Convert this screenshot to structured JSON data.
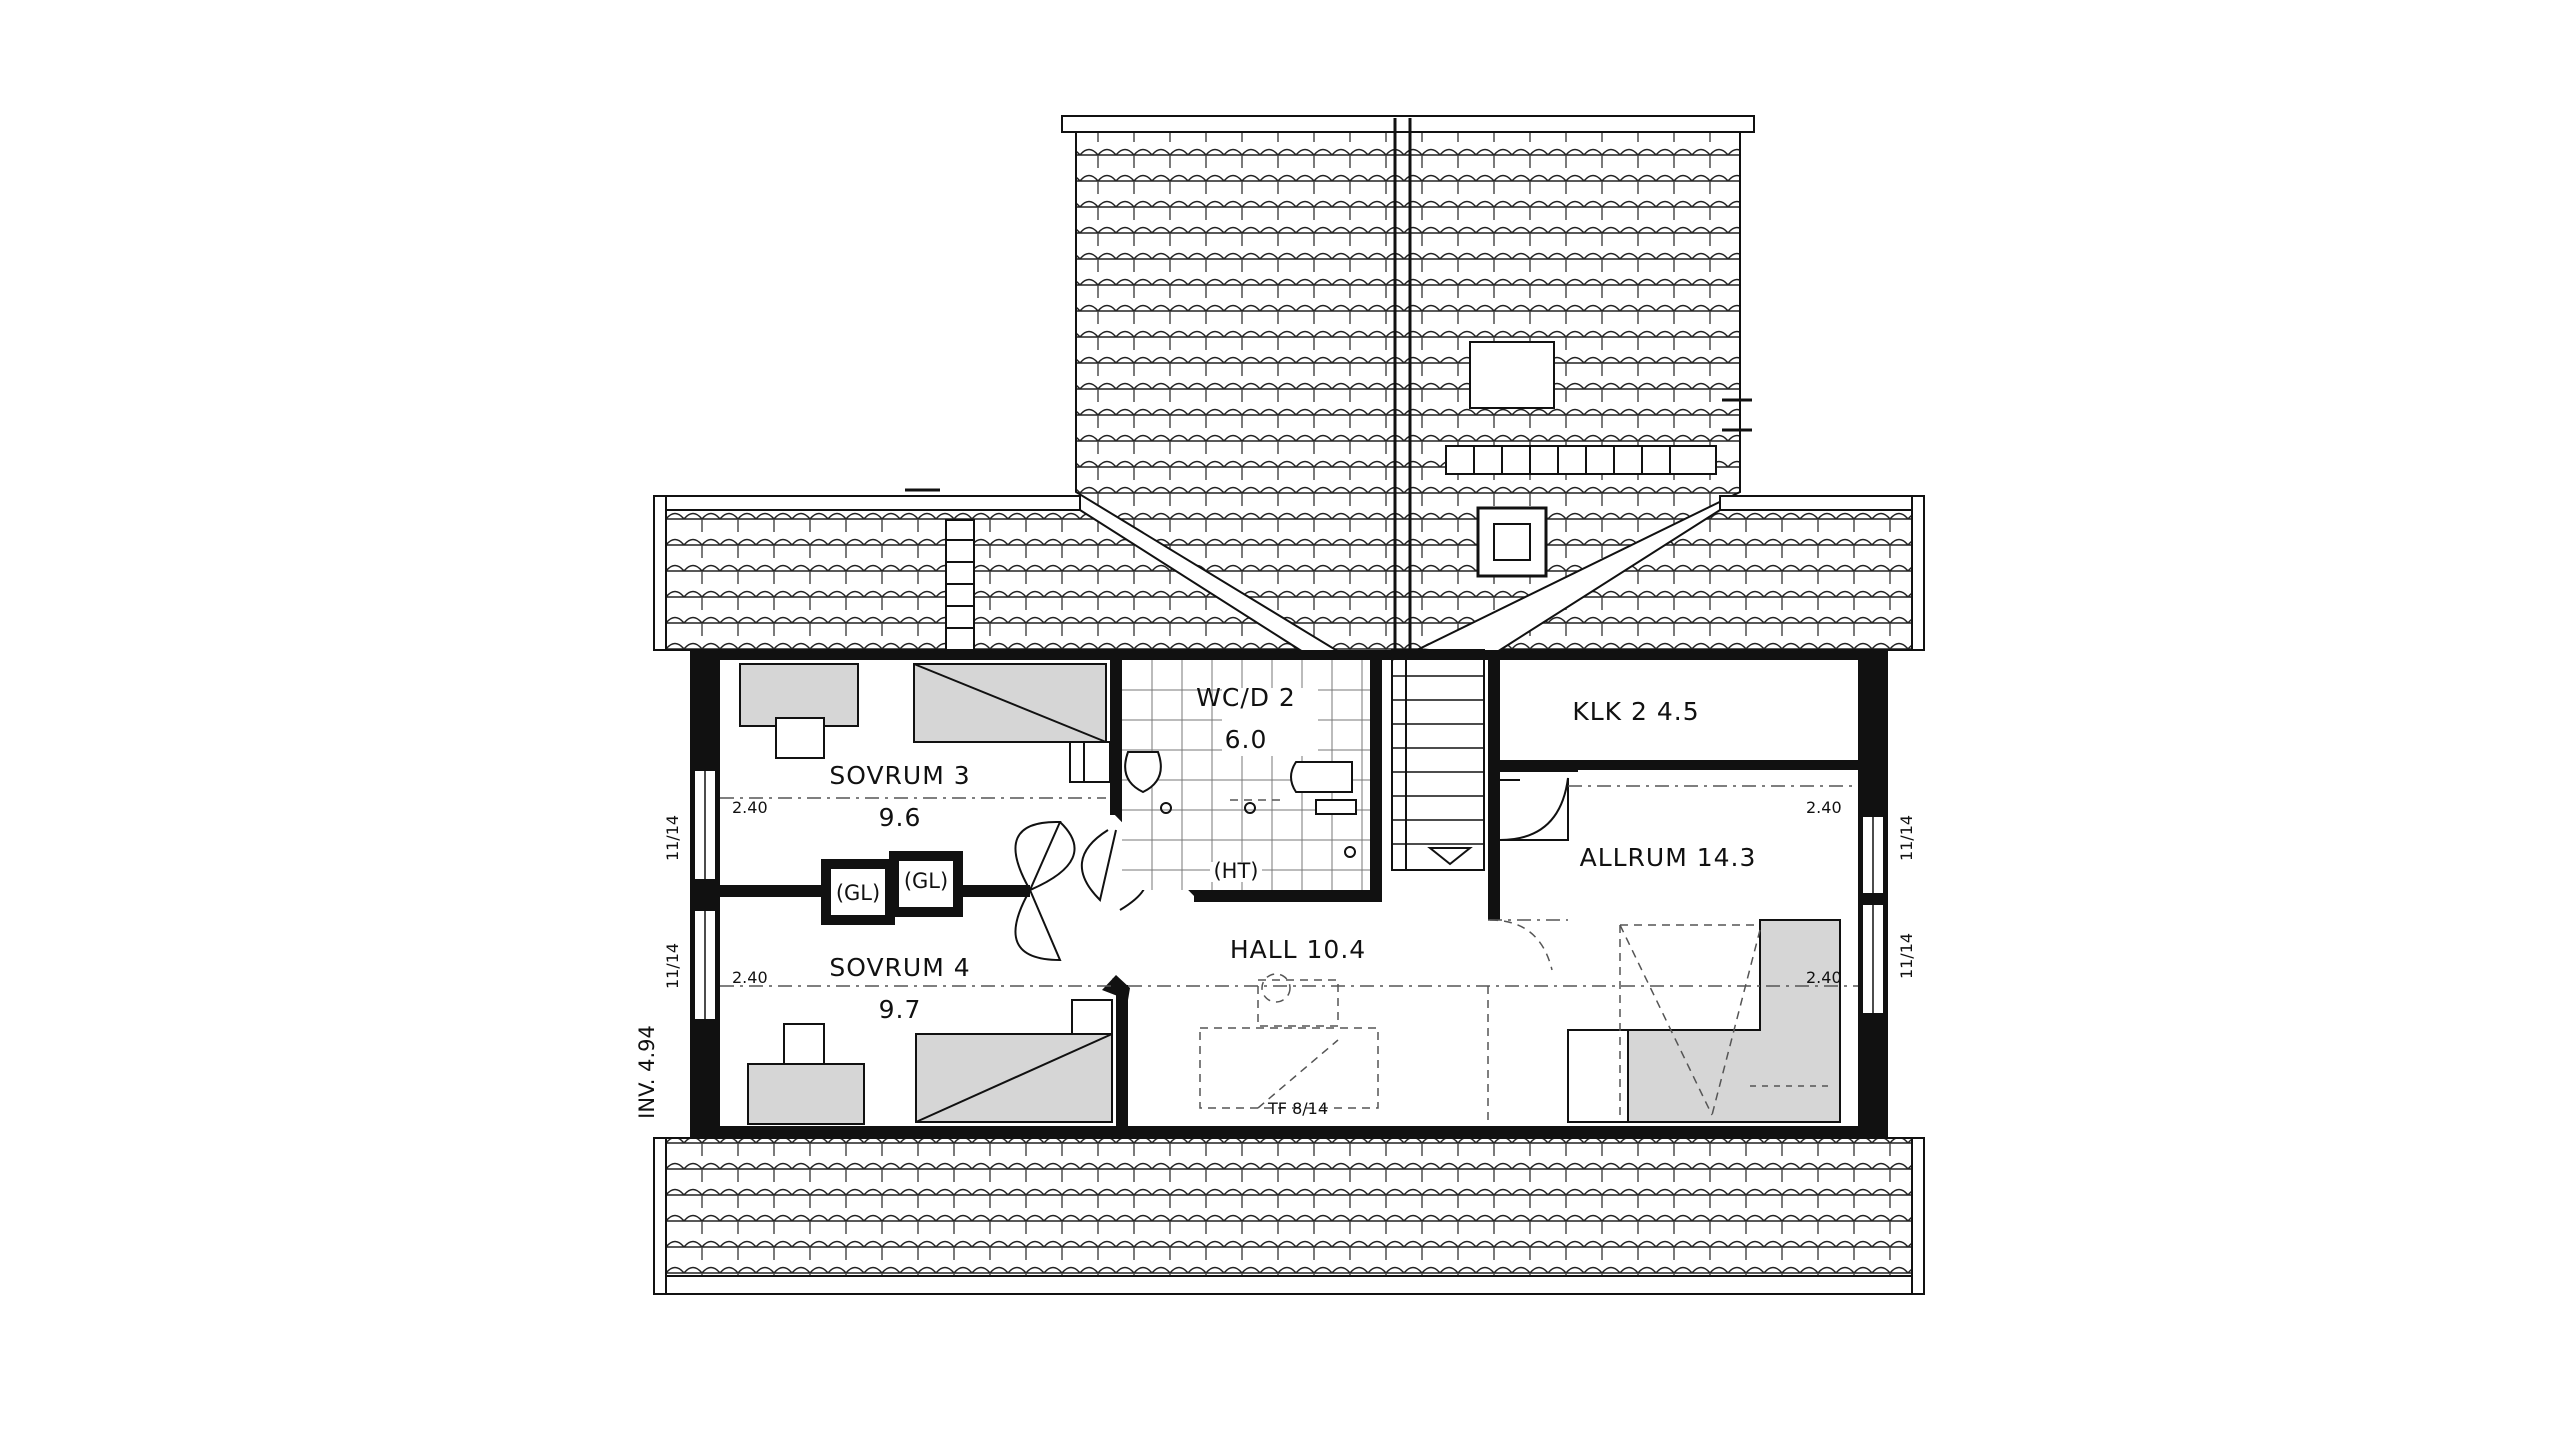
{
  "rooms": {
    "sovrum3": {
      "name": "SOVRUM 3",
      "area": "9.6"
    },
    "sovrum4": {
      "name": "SOVRUM 4",
      "area": "9.7"
    },
    "wcd2": {
      "name": "WC/D 2",
      "area": "6.0"
    },
    "klk2": {
      "label": "KLK 2 4.5"
    },
    "allrum": {
      "label": "ALLRUM 14.3"
    },
    "hall": {
      "label": "HALL 10.4"
    }
  },
  "annotations": {
    "gl_left": "(GL)",
    "gl_right": "(GL)",
    "ht": "(HT)",
    "tf": "TF 8/14",
    "inv": "INV. 4.94",
    "win_left_upper": "11/14",
    "win_left_lower": "11/14",
    "win_right_upper": "11/14",
    "win_right_lower": "11/14",
    "height_sov3": "2.40",
    "height_sov4": "2.40",
    "height_allrum_upper": "2.40",
    "height_allrum_lower": "2.40"
  },
  "colors": {
    "line": "#111111",
    "furniture_fill": "#d6d6d6",
    "background": "#ffffff"
  }
}
